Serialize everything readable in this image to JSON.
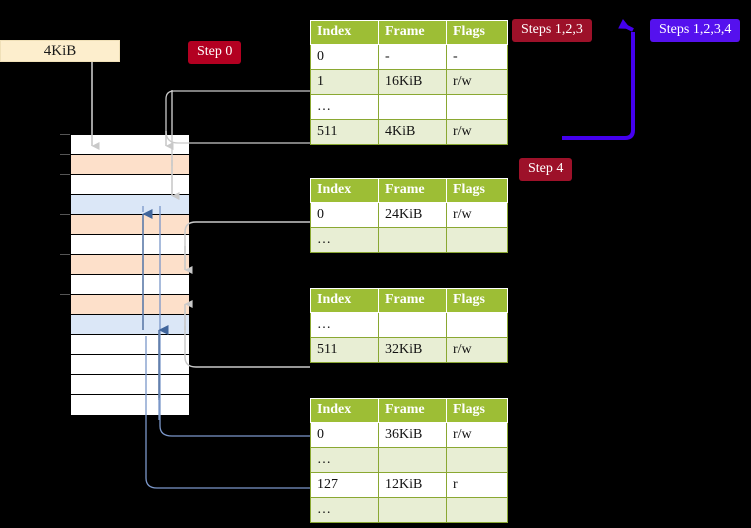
{
  "diagram": {
    "title_banner": {
      "label": "4KiB"
    },
    "step_labels": [
      {
        "name": "step-0",
        "text": "Step 0",
        "color": "#b30021"
      },
      {
        "name": "step-1-2-3",
        "text": "Steps 1,2,3",
        "color": "#9d1129"
      },
      {
        "name": "step-4",
        "text": "Step 4",
        "color": "#9d1129"
      },
      {
        "name": "step-1-2-3-4",
        "text": "Steps 1,2,3,4",
        "color": "#5511ee"
      }
    ],
    "memory_grid": {
      "row_count": 14,
      "rows": [
        {
          "fill": "white"
        },
        {
          "fill": "peach"
        },
        {
          "fill": "white"
        },
        {
          "fill": "blue"
        },
        {
          "fill": "peach"
        },
        {
          "fill": "white"
        },
        {
          "fill": "peach"
        },
        {
          "fill": "white"
        },
        {
          "fill": "peach"
        },
        {
          "fill": "blue"
        },
        {
          "fill": "white"
        },
        {
          "fill": "white"
        },
        {
          "fill": "white"
        },
        {
          "fill": "white"
        }
      ],
      "colors": {
        "white": "#ffffff",
        "peach": "#fde0ca",
        "blue": "#dbe7f7"
      }
    },
    "tables": [
      {
        "name": "page-table-level-4",
        "headers": [
          "Index",
          "Frame",
          "Flags"
        ],
        "rows": [
          {
            "cells": [
              "0",
              "-",
              "-"
            ],
            "band": false,
            "highlight": [
              false,
              false,
              false
            ]
          },
          {
            "cells": [
              "1",
              "16KiB",
              "r/w"
            ],
            "band": true,
            "highlight": [
              false,
              false,
              false
            ]
          },
          {
            "cells": [
              "…",
              "",
              ""
            ],
            "band": false,
            "highlight": [
              false,
              false,
              false
            ]
          },
          {
            "cells": [
              "511",
              "4KiB",
              "r/w"
            ],
            "band": true,
            "highlight": [
              true,
              true,
              true
            ]
          }
        ]
      },
      {
        "name": "page-table-level-3",
        "headers": [
          "Index",
          "Frame",
          "Flags"
        ],
        "rows": [
          {
            "cells": [
              "0",
              "24KiB",
              "r/w"
            ],
            "band": false,
            "highlight": [
              false,
              false,
              false
            ]
          },
          {
            "cells": [
              "…",
              "",
              ""
            ],
            "band": true,
            "highlight": [
              false,
              false,
              false
            ]
          }
        ]
      },
      {
        "name": "page-table-level-2",
        "headers": [
          "Index",
          "Frame",
          "Flags"
        ],
        "rows": [
          {
            "cells": [
              "…",
              "",
              ""
            ],
            "band": false,
            "highlight": [
              false,
              false,
              false
            ]
          },
          {
            "cells": [
              "511",
              "32KiB",
              "r/w"
            ],
            "band": true,
            "highlight": [
              false,
              false,
              false
            ]
          }
        ]
      },
      {
        "name": "page-table-level-1",
        "headers": [
          "Index",
          "Frame",
          "Flags"
        ],
        "rows": [
          {
            "cells": [
              "0",
              "36KiB",
              "r/w"
            ],
            "band": false,
            "highlight": [
              false,
              false,
              false
            ]
          },
          {
            "cells": [
              "…",
              "",
              ""
            ],
            "band": true,
            "highlight": [
              false,
              false,
              false
            ]
          },
          {
            "cells": [
              "127",
              "12KiB",
              "r"
            ],
            "band": false,
            "highlight": [
              false,
              false,
              false
            ]
          },
          {
            "cells": [
              "…",
              "",
              ""
            ],
            "band": true,
            "highlight": [
              false,
              false,
              false
            ]
          }
        ]
      }
    ],
    "colors": {
      "background": "#000000",
      "table_header": "#9dbe35",
      "table_band": "#e8eed4",
      "table_highlight": "#ffff9f",
      "wire_gray": "#b9b9b9",
      "wire_blue": "#7b97c9",
      "arrow_blue": "#4a6fa5",
      "step_arrow": "#4400ee",
      "banner": "#fdeecd"
    }
  }
}
